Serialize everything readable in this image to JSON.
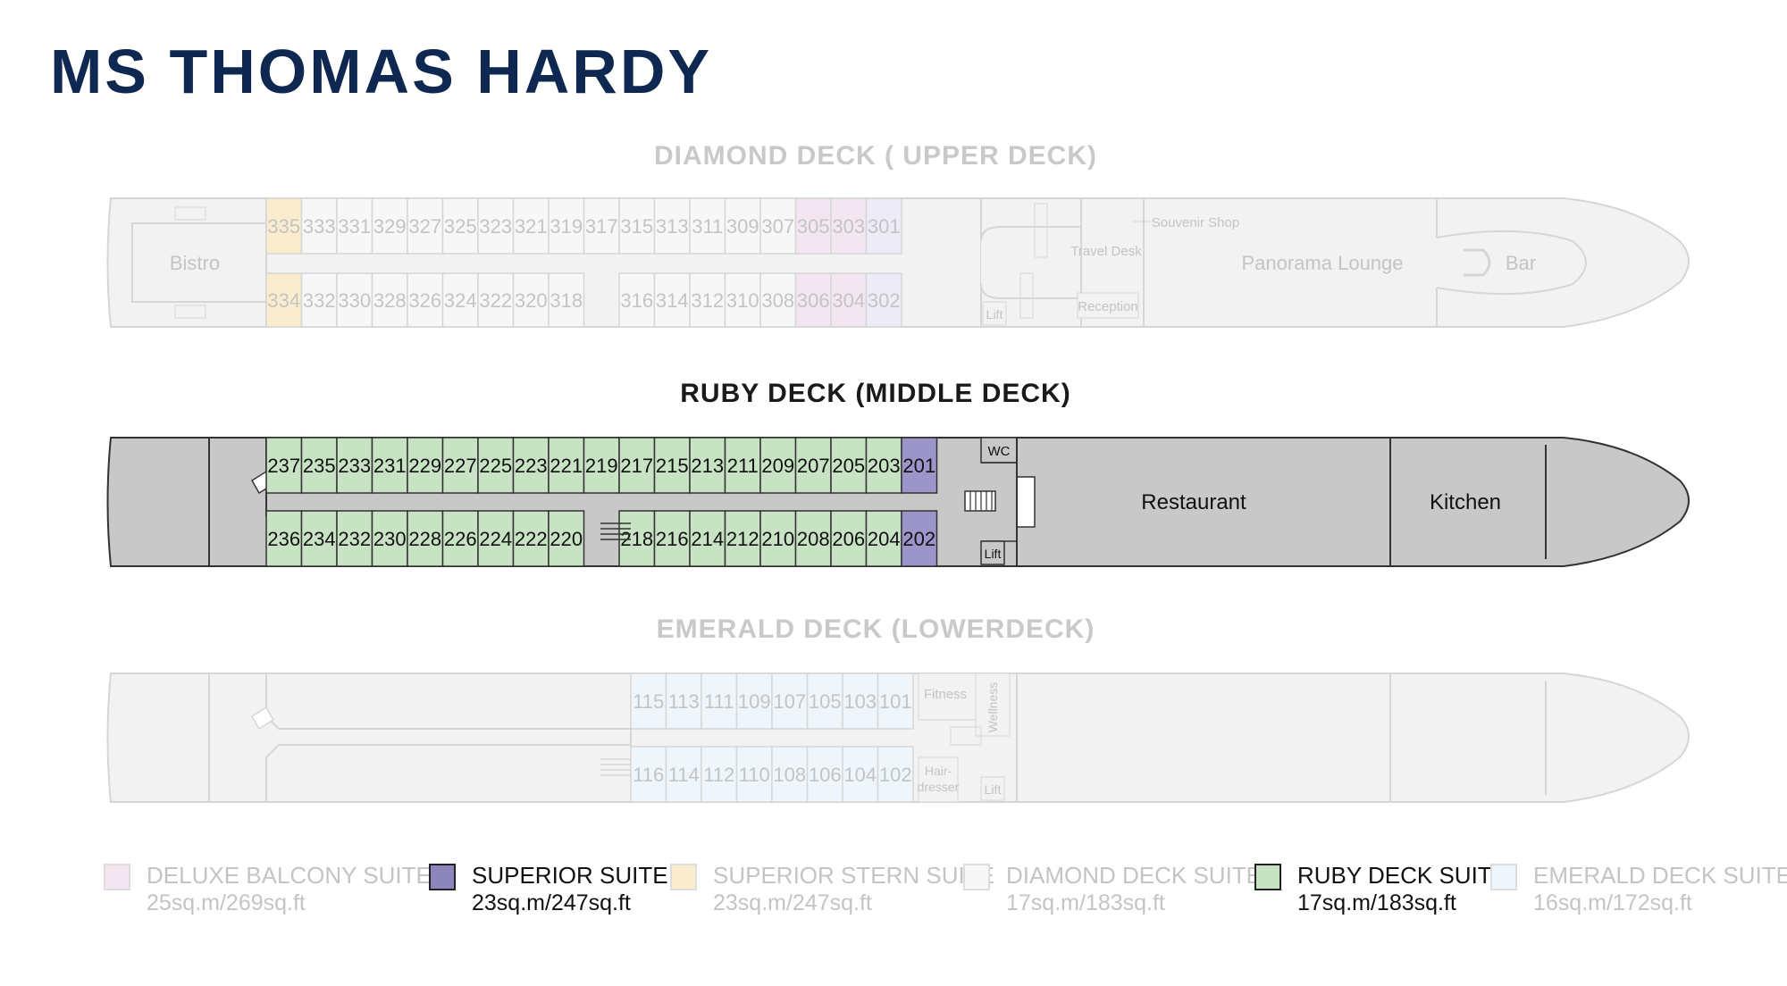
{
  "title": "MS THOMAS HARDY",
  "decks": {
    "diamond": {
      "label": "DIAMOND DECK ( UPPER DECK)",
      "top_row": [
        "335",
        "333",
        "331",
        "329",
        "327",
        "325",
        "323",
        "321",
        "319",
        "317",
        "315",
        "313",
        "311",
        "309",
        "307",
        "305",
        "303",
        "301"
      ],
      "bottom_row_left": [
        "334",
        "332",
        "330",
        "328",
        "326",
        "324",
        "322",
        "320",
        "318"
      ],
      "bottom_row_right": [
        "316",
        "314",
        "312",
        "310",
        "308",
        "306",
        "304",
        "302"
      ],
      "rooms": {
        "bistro": "Bistro",
        "travel_desk": "Travel Desk",
        "souvenir_shop": "Souvenir Shop",
        "reception": "Reception",
        "panorama_lounge": "Panorama Lounge",
        "bar": "Bar",
        "lift": "Lift"
      }
    },
    "ruby": {
      "label": "RUBY DECK (MIDDLE DECK)",
      "top_row": [
        "237",
        "235",
        "233",
        "231",
        "229",
        "227",
        "225",
        "223",
        "221",
        "219",
        "217",
        "215",
        "213",
        "211",
        "209",
        "207",
        "205",
        "203",
        "201"
      ],
      "bottom_row_left": [
        "236",
        "234",
        "232",
        "230",
        "228",
        "226",
        "224",
        "222",
        "220"
      ],
      "bottom_row_right": [
        "218",
        "216",
        "214",
        "212",
        "210",
        "208",
        "206",
        "204",
        "202"
      ],
      "rooms": {
        "wc": "WC",
        "lift": "Lift",
        "restaurant": "Restaurant",
        "kitchen": "Kitchen"
      }
    },
    "emerald": {
      "label": "EMERALD DECK (LOWERDECK)",
      "top_row": [
        "115",
        "113",
        "111",
        "109",
        "107",
        "105",
        "103",
        "101"
      ],
      "bottom_row": [
        "116",
        "114",
        "112",
        "110",
        "108",
        "106",
        "104",
        "102"
      ],
      "rooms": {
        "fitness": "Fitness",
        "wellness": "Wellness",
        "hairdresser_1": "Hair-",
        "hairdresser_2": "dresser",
        "lift": "Lift"
      }
    }
  },
  "legend": [
    {
      "name": "DELUXE BALCONY SUITE",
      "size": "25sq.m/269sq.ft",
      "color": "#f3e6f1",
      "active": false
    },
    {
      "name": "SUPERIOR SUITE",
      "size": "23sq.m/247sq.ft",
      "color": "#8c86bd",
      "active": true
    },
    {
      "name": "SUPERIOR STERN SUITE",
      "size": "23sq.m/247sq.ft",
      "color": "#fbeccd",
      "active": false
    },
    {
      "name": "DIAMOND DECK SUITE",
      "size": "17sq.m/183sq.ft",
      "color": "#f7f7f7",
      "active": false
    },
    {
      "name": "RUBY DECK SUITE",
      "size": "17sq.m/183sq.ft",
      "color": "#c8e3c4",
      "active": true
    },
    {
      "name": "EMERALD DECK SUITE",
      "size": "16sq.m/172sq.ft",
      "color": "#eef5fb",
      "active": false
    }
  ],
  "colors": {
    "title": "#0e2852",
    "ruby_hull": "#c8c8c8",
    "ruby_cabin": "#c8e3c4",
    "superior_suite": "#9b95ca",
    "faded_hull": "#f2f2f2",
    "faded_line": "#d6d6d6",
    "faded_text": "#c4c4c4",
    "deluxe_balcony": "#f3e6f1",
    "stern_suite": "#fbeccd",
    "diamond_301": "#ecebf6",
    "emerald_cabin": "#eef5fb"
  }
}
